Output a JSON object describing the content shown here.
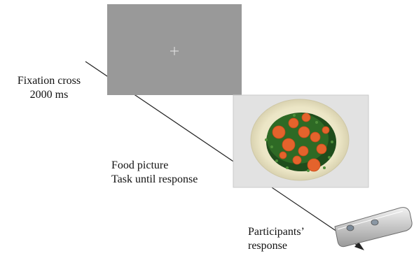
{
  "fixation": {
    "title": "Fixation cross",
    "duration": "2000 ms",
    "screen_color": "#999999",
    "symbol": "+"
  },
  "food": {
    "title": "Food picture",
    "task": "Task until response"
  },
  "response": {
    "title": "Participants’",
    "title2": "response"
  },
  "icons": {
    "plate": "food-plate-icon",
    "button_box": "response-box-icon",
    "arrow": "timeline-arrow-icon"
  }
}
